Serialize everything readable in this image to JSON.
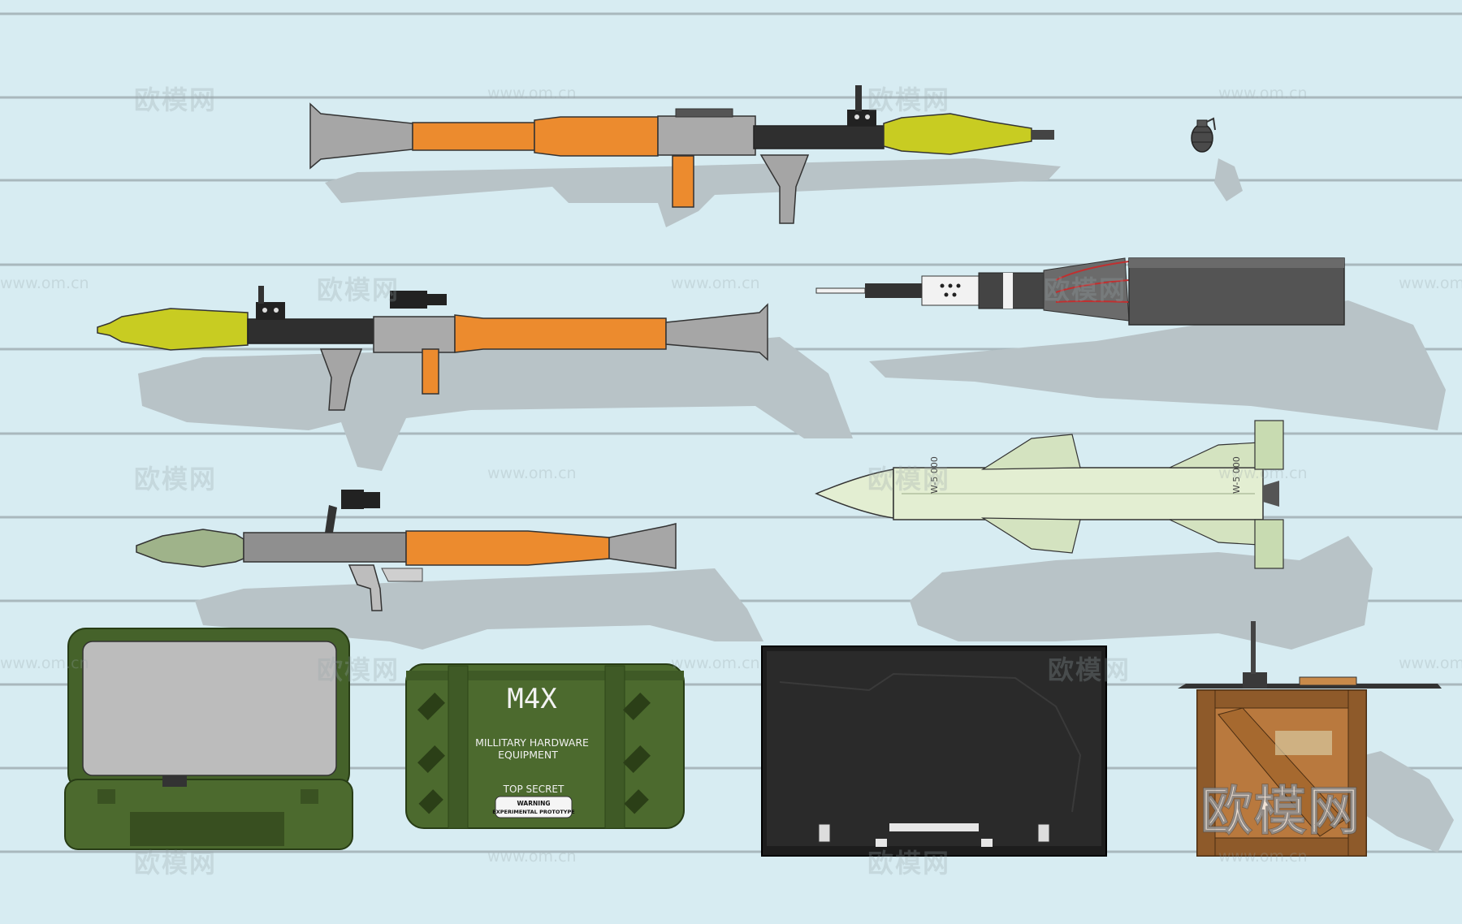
{
  "case_labels": {
    "title": "M4X",
    "line1": "MILLITARY HARDWARE",
    "line2": "EQUIPMENT",
    "secret": "TOP SECRET",
    "warn1": "WARNING",
    "warn2": "EXPERIMENTAL PROTOTYPE"
  },
  "missile_marking": "W-5 000",
  "watermark": {
    "brand": "欧模网",
    "url": "www.om.cn"
  },
  "colors": {
    "background": "#d7ecf2",
    "rail": "#a9b8bd",
    "shadow": "#b8c3c7",
    "launcher_orange": "#ec8b2e",
    "warhead_yellow": "#c8cc22",
    "missile_green": "#e3eed2",
    "case_green": "#4c6a2e",
    "crate_wood": "#b9793e"
  }
}
